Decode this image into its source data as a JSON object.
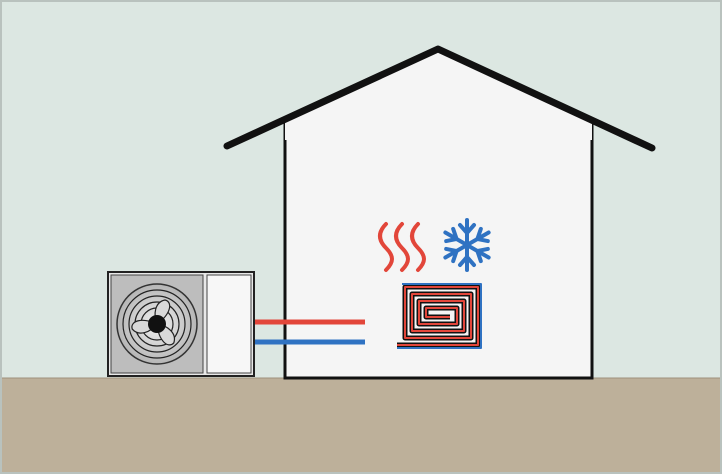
{
  "diagram": {
    "subject": "heat-pump-house",
    "components": [
      {
        "id": "sky",
        "icon": "sky-background"
      },
      {
        "id": "ground",
        "icon": "ground-strip"
      },
      {
        "id": "house",
        "icon": "house-outline-icon"
      },
      {
        "id": "outdoor-unit",
        "icon": "heat-pump-outdoor-unit-icon"
      },
      {
        "id": "fan",
        "icon": "fan-icon"
      },
      {
        "id": "supply-pipe",
        "icon": "hot-pipe"
      },
      {
        "id": "return-pipe",
        "icon": "cold-pipe"
      },
      {
        "id": "heat-symbol",
        "icon": "heat-waves-icon"
      },
      {
        "id": "cool-symbol",
        "icon": "snowflake-icon"
      },
      {
        "id": "floor-coil",
        "icon": "underfloor-heating-coil-icon"
      }
    ]
  },
  "colors": {
    "sky": "#dce7e2",
    "ground": "#bdb09a",
    "house_fill": "#f5f5f5",
    "outline": "#111111",
    "hot": "#e2463a",
    "cold": "#2f72c2",
    "unit_fill": "#e8e8e8",
    "fan_panel": "#bdbdbd"
  }
}
